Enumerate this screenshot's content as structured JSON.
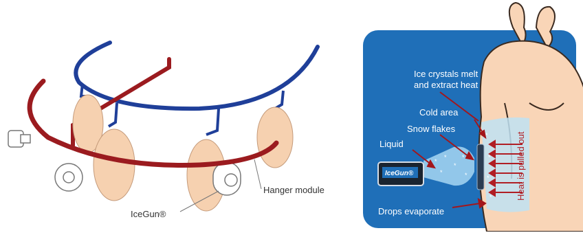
{
  "left_diagram": {
    "labels": {
      "icegun": "IceGun®",
      "hanger_module": "Hanger module"
    },
    "colors": {
      "rail_blue": "#1f3f99",
      "rail_red": "#9b1b1f",
      "bird": "#f6d1b0"
    }
  },
  "right_diagram": {
    "labels": {
      "crystals_line1": "Ice crystals melt",
      "crystals_line2": "and extract heat",
      "cold_area": "Cold area",
      "snow_flakes": "Snow flakes",
      "liquid": "Liquid",
      "drops": "Drops evaporate",
      "heat": "Heat is pulled out"
    },
    "device_label": "IceGun®",
    "colors": {
      "panel_bg": "#1f6fb8",
      "chicken": "#f9d5b7",
      "heat_arrows": "#b01e24",
      "pointer_arrows": "#a3161b"
    }
  }
}
